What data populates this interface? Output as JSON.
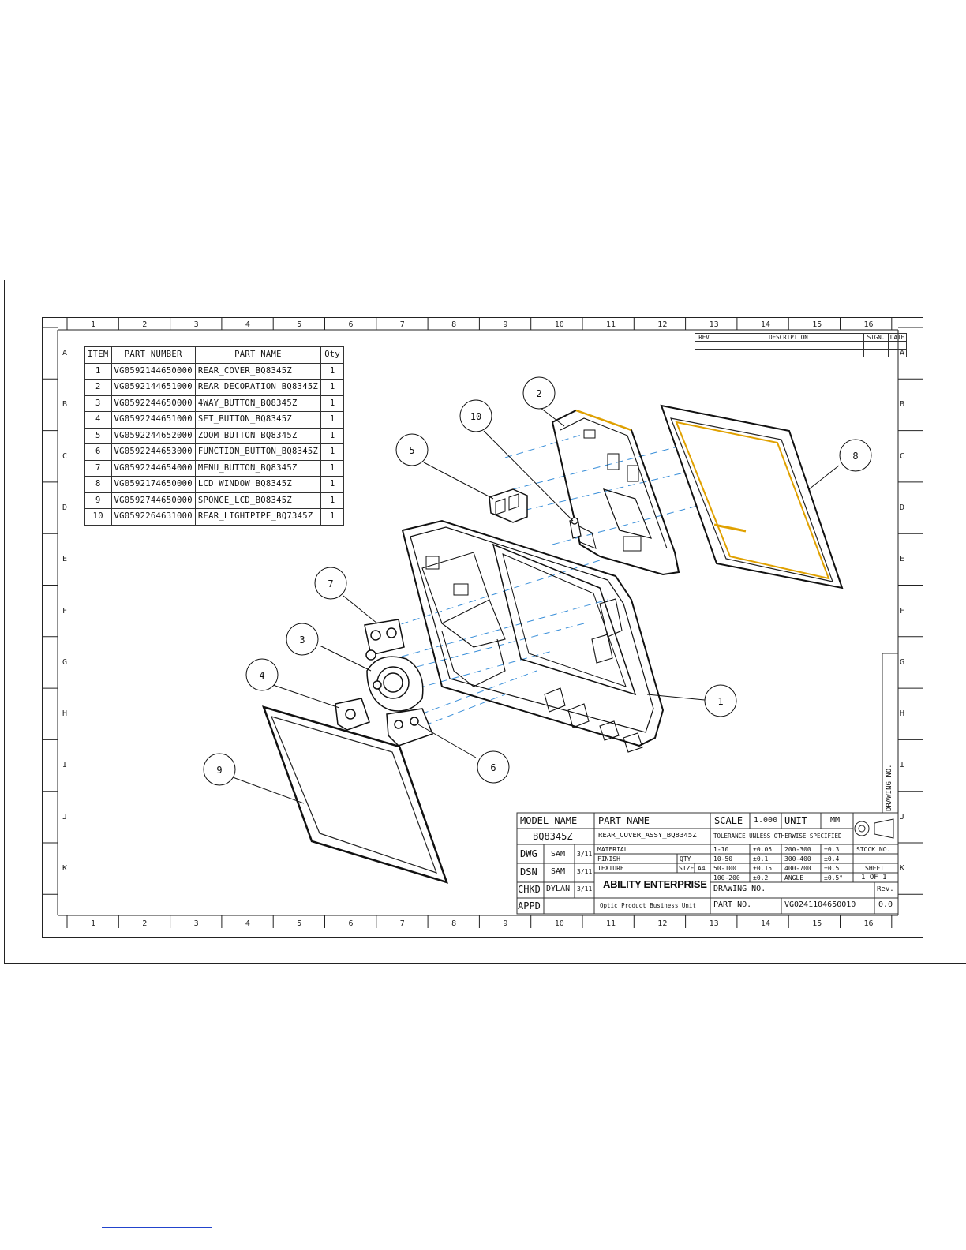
{
  "grid": {
    "columns": [
      "1",
      "2",
      "3",
      "4",
      "5",
      "6",
      "7",
      "8",
      "9",
      "10",
      "11",
      "12",
      "13",
      "14",
      "15",
      "16"
    ],
    "rows": [
      "A",
      "B",
      "C",
      "D",
      "E",
      "F",
      "G",
      "H",
      "I",
      "J",
      "K"
    ]
  },
  "bom": {
    "headers": {
      "item": "ITEM",
      "part_number": "PART NUMBER",
      "part_name": "PART NAME",
      "qty": "Qty"
    },
    "rows": [
      {
        "item": "1",
        "part_number": "VG0592144650000",
        "part_name": "REAR_COVER_BQ8345Z",
        "qty": "1"
      },
      {
        "item": "2",
        "part_number": "VG0592144651000",
        "part_name": "REAR_DECORATION_BQ8345Z",
        "qty": "1"
      },
      {
        "item": "3",
        "part_number": "VG0592244650000",
        "part_name": "4WAY_BUTTON_BQ8345Z",
        "qty": "1"
      },
      {
        "item": "4",
        "part_number": "VG0592244651000",
        "part_name": "SET_BUTTON_BQ8345Z",
        "qty": "1"
      },
      {
        "item": "5",
        "part_number": "VG0592244652000",
        "part_name": "ZOOM_BUTTON_BQ8345Z",
        "qty": "1"
      },
      {
        "item": "6",
        "part_number": "VG0592244653000",
        "part_name": "FUNCTION_BUTTON_BQ8345Z",
        "qty": "1"
      },
      {
        "item": "7",
        "part_number": "VG0592244654000",
        "part_name": "MENU_BUTTON_BQ8345Z",
        "qty": "1"
      },
      {
        "item": "8",
        "part_number": "VG0592174650000",
        "part_name": "LCD_WINDOW_BQ8345Z",
        "qty": "1"
      },
      {
        "item": "9",
        "part_number": "VG0592744650000",
        "part_name": "SPONGE_LCD_BQ8345Z",
        "qty": "1"
      },
      {
        "item": "10",
        "part_number": "VG0592264631000",
        "part_name": "REAR_LIGHTPIPE_BQ7345Z",
        "qty": "1"
      }
    ]
  },
  "revision_block": {
    "rev": "REV",
    "description": "DESCRIPTION",
    "sign": "SIGN.",
    "date": "DATE"
  },
  "balloons": {
    "b1": "1",
    "b2": "2",
    "b3": "3",
    "b4": "4",
    "b5": "5",
    "b6": "6",
    "b7": "7",
    "b8": "8",
    "b9": "9",
    "b10": "10"
  },
  "title_block": {
    "model_name_label": "MODEL NAME",
    "model_name": "BQ8345Z",
    "part_name_label": "PART NAME",
    "part_name": "REAR_COVER_ASSY_BQ8345Z",
    "scale_label": "SCALE",
    "scale": "1.000",
    "unit_label": "UNIT",
    "unit": "MM",
    "tolerance_note": "TOLERANCE UNLESS OTHERWISE SPECIFIED",
    "dwg_label": "DWG",
    "dwg_name": "SAM",
    "dwg_date": "3/11",
    "dsn_label": "DSN",
    "dsn_name": "SAM",
    "dsn_date": "3/11",
    "chkd_label": "CHKD",
    "chkd_name": "DYLAN",
    "chkd_date": "3/11",
    "appd_label": "APPD",
    "material_label": "MATERIAL",
    "finish_label": "FINISH",
    "texture_label": "TEXTURE",
    "qty_label": "QTY",
    "size_label": "SIZE",
    "size": "A4",
    "tol": [
      {
        "range": "1-10",
        "val": "±0.05"
      },
      {
        "range": "10-50",
        "val": "±0.1"
      },
      {
        "range": "50-100",
        "val": "±0.15"
      },
      {
        "range": "100-200",
        "val": "±0.2"
      },
      {
        "range": "200-300",
        "val": "±0.3"
      },
      {
        "range": "300-400",
        "val": "±0.4"
      },
      {
        "range": "400-700",
        "val": "±0.5"
      },
      {
        "range": "ANGLE",
        "val": "±0.5°"
      }
    ],
    "stock_no_label": "STOCK NO.",
    "sheet_label": "SHEET",
    "sheet": "1 OF 1",
    "company": "ABILITY ENTERPRISE",
    "division": "Optic Product Business Unit",
    "drawing_no_label": "DRAWING NO.",
    "part_no_label": "PART NO.",
    "part_no": "VG0241104650010",
    "rev_label": "Rev.",
    "rev": "0.0",
    "side_drawing_no": "DRAWING NO."
  }
}
